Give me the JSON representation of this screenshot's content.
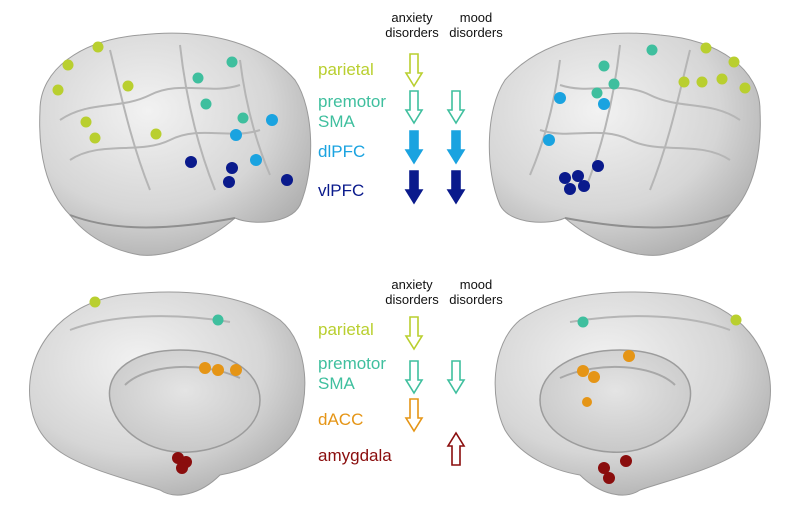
{
  "headers": {
    "anxiety": [
      "anxiety",
      "disorders"
    ],
    "mood": [
      "mood",
      "disorders"
    ]
  },
  "colors": {
    "parietal": "#b9cf2f",
    "premotor": "#3fbf9e",
    "dlpfc": "#1aa3e0",
    "vlpfc": "#0a1a8c",
    "dacc": "#e59516",
    "amygdala": "#8a0d0d",
    "brain": "#d8d8d8"
  },
  "top_panel": {
    "rows": [
      {
        "id": "parietal",
        "label": [
          "parietal"
        ],
        "anxiety": "down-open",
        "mood": null
      },
      {
        "id": "premotor",
        "label": [
          "premotor",
          "SMA"
        ],
        "anxiety": "down-open",
        "mood": "down-open"
      },
      {
        "id": "dlpfc",
        "label": [
          "dlPFC"
        ],
        "anxiety": "down-filled",
        "mood": "down-filled"
      },
      {
        "id": "vlpfc",
        "label": [
          "vlPFC"
        ],
        "anxiety": "down-filled",
        "mood": "down-filled"
      }
    ]
  },
  "bottom_panel": {
    "rows": [
      {
        "id": "parietal",
        "label": [
          "parietal"
        ],
        "anxiety": "down-open",
        "mood": null
      },
      {
        "id": "premotor",
        "label": [
          "premotor",
          "SMA"
        ],
        "anxiety": "down-open",
        "mood": "down-open"
      },
      {
        "id": "dacc",
        "label": [
          "dACC"
        ],
        "anxiety": "down-open",
        "mood": null
      },
      {
        "id": "amygdala",
        "label": [
          "amygdala"
        ],
        "anxiety": null,
        "mood": "up-open"
      }
    ]
  }
}
